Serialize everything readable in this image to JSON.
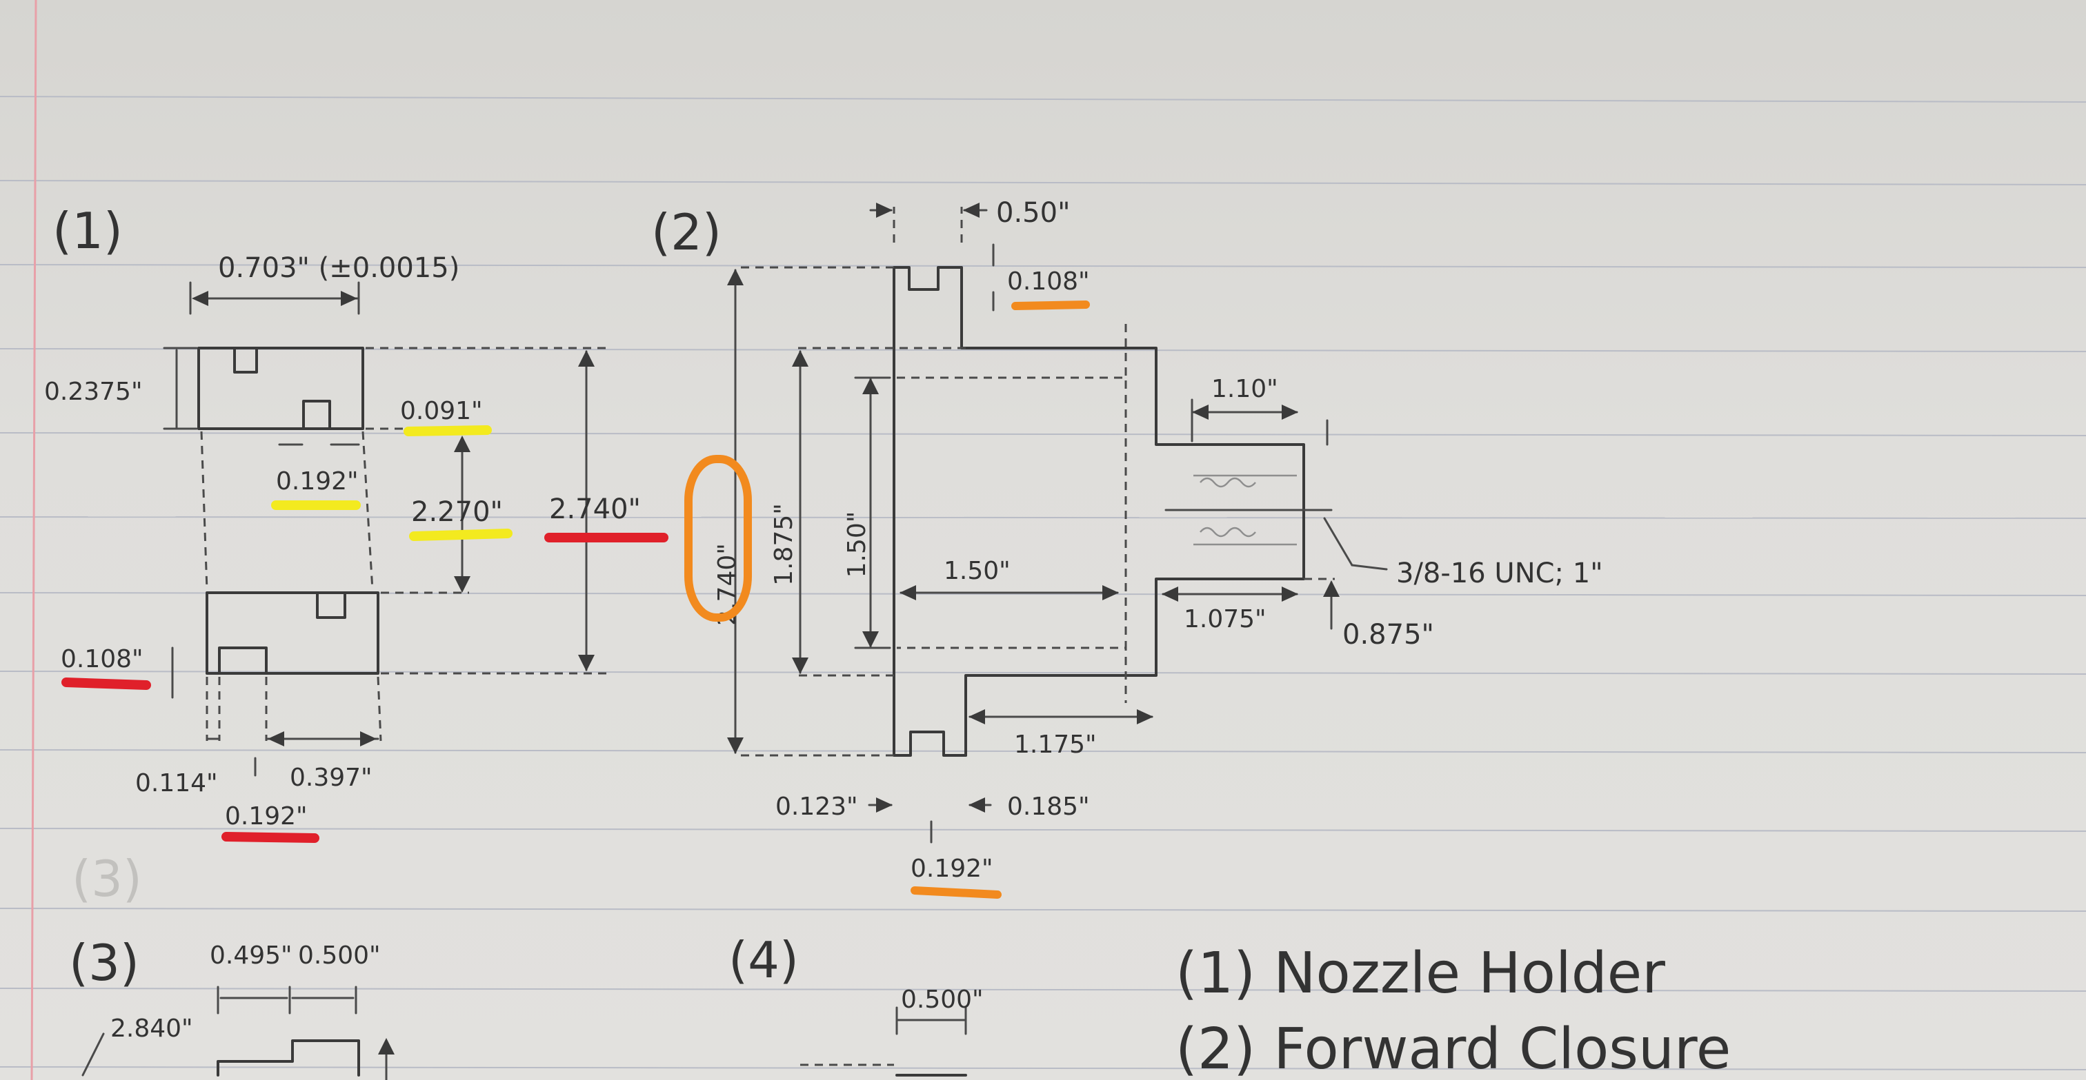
{
  "part_labels": {
    "p1": "(1)",
    "p2": "(2)",
    "p3": "(3)",
    "p3_ghost": "(3)",
    "p4": "(4)"
  },
  "legend": {
    "item1": "(1) Nozzle Holder",
    "item2": "(2) Forward Closure"
  },
  "part1": {
    "width": "0.703\" (±0.0015)",
    "top_h": "0.2375\"",
    "groove_d": "0.091\"",
    "groove_w": "0.192\"",
    "gap": "2.270\"",
    "overall": "2.740\"",
    "bottom_d": "0.108\"",
    "left_off": "0.114\"",
    "right_seg": "0.397\"",
    "bottom_w": "0.192\""
  },
  "part2": {
    "top_w": "0.50\"",
    "top_d": "0.108\"",
    "overall": "2.740\"",
    "inner_h": "1.875\"",
    "bore_h": "1.50\"",
    "bore_w": "1.50\"",
    "boss_w": "1.10\"",
    "boss_len": "1.075\"",
    "thread": "3/8-16 UNC; 1\"",
    "boss_d": "0.875\"",
    "flange_w": "1.175\"",
    "left_off": "0.123\"",
    "right_off": "0.185\"",
    "bottom_w": "0.192\""
  },
  "part3": {
    "w1": "0.495\"",
    "w2": "0.500\"",
    "dia": "2.840\""
  },
  "part4": {
    "w": "0.500\""
  },
  "highlight_colors": {
    "yellow": "#f3ea1f",
    "red": "#e0202a",
    "orange": "#f28a1e",
    "margin_line": "#e8a0a8",
    "rule_line": "#b9bcc6"
  }
}
